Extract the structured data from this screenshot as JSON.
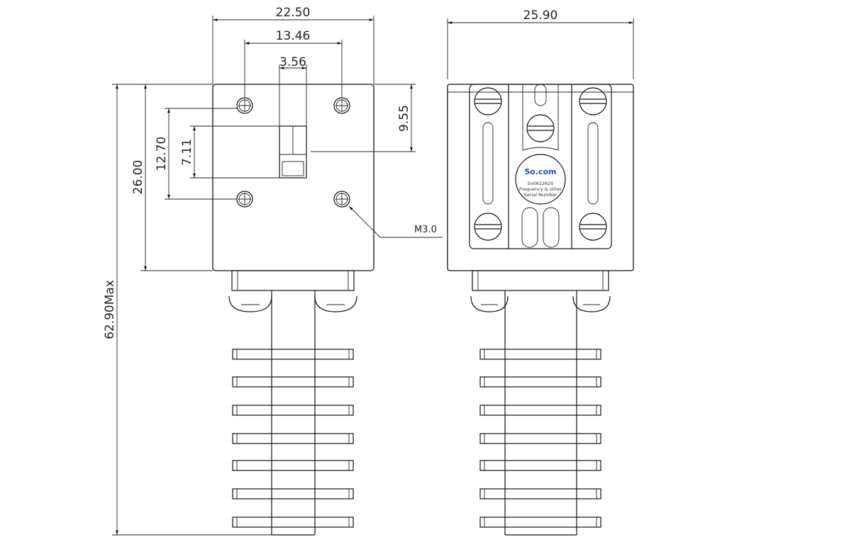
{
  "dimensions": {
    "width_total": "22.50",
    "hole_spacing_h": "13.46",
    "slot_width": "3.56",
    "side_width": "25.90",
    "height_to_slot": "9.55",
    "hole_spacing_v": "12.70",
    "slot_height": "7.11",
    "body_height": "26.00",
    "overall_height": "62.90Max",
    "thread": "M3.0"
  },
  "label": {
    "logo": "5o.com",
    "serial_code": "So0622620",
    "line2": "Frequency & other",
    "line3": "Serial Number"
  },
  "colors": {
    "line": "#111111",
    "logo_blue": "#1d4fb8",
    "logo_accent": "#d9322b"
  }
}
